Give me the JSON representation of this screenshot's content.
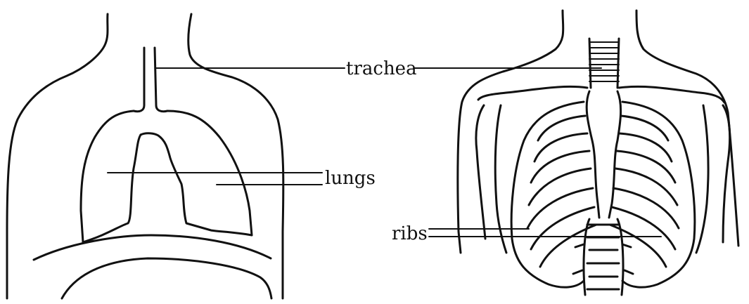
{
  "labels": {
    "trachea": "trachea",
    "lungs": "lungs",
    "ribs": "ribs"
  },
  "colors": {
    "ink": "#111111",
    "background": "#ffffff"
  }
}
